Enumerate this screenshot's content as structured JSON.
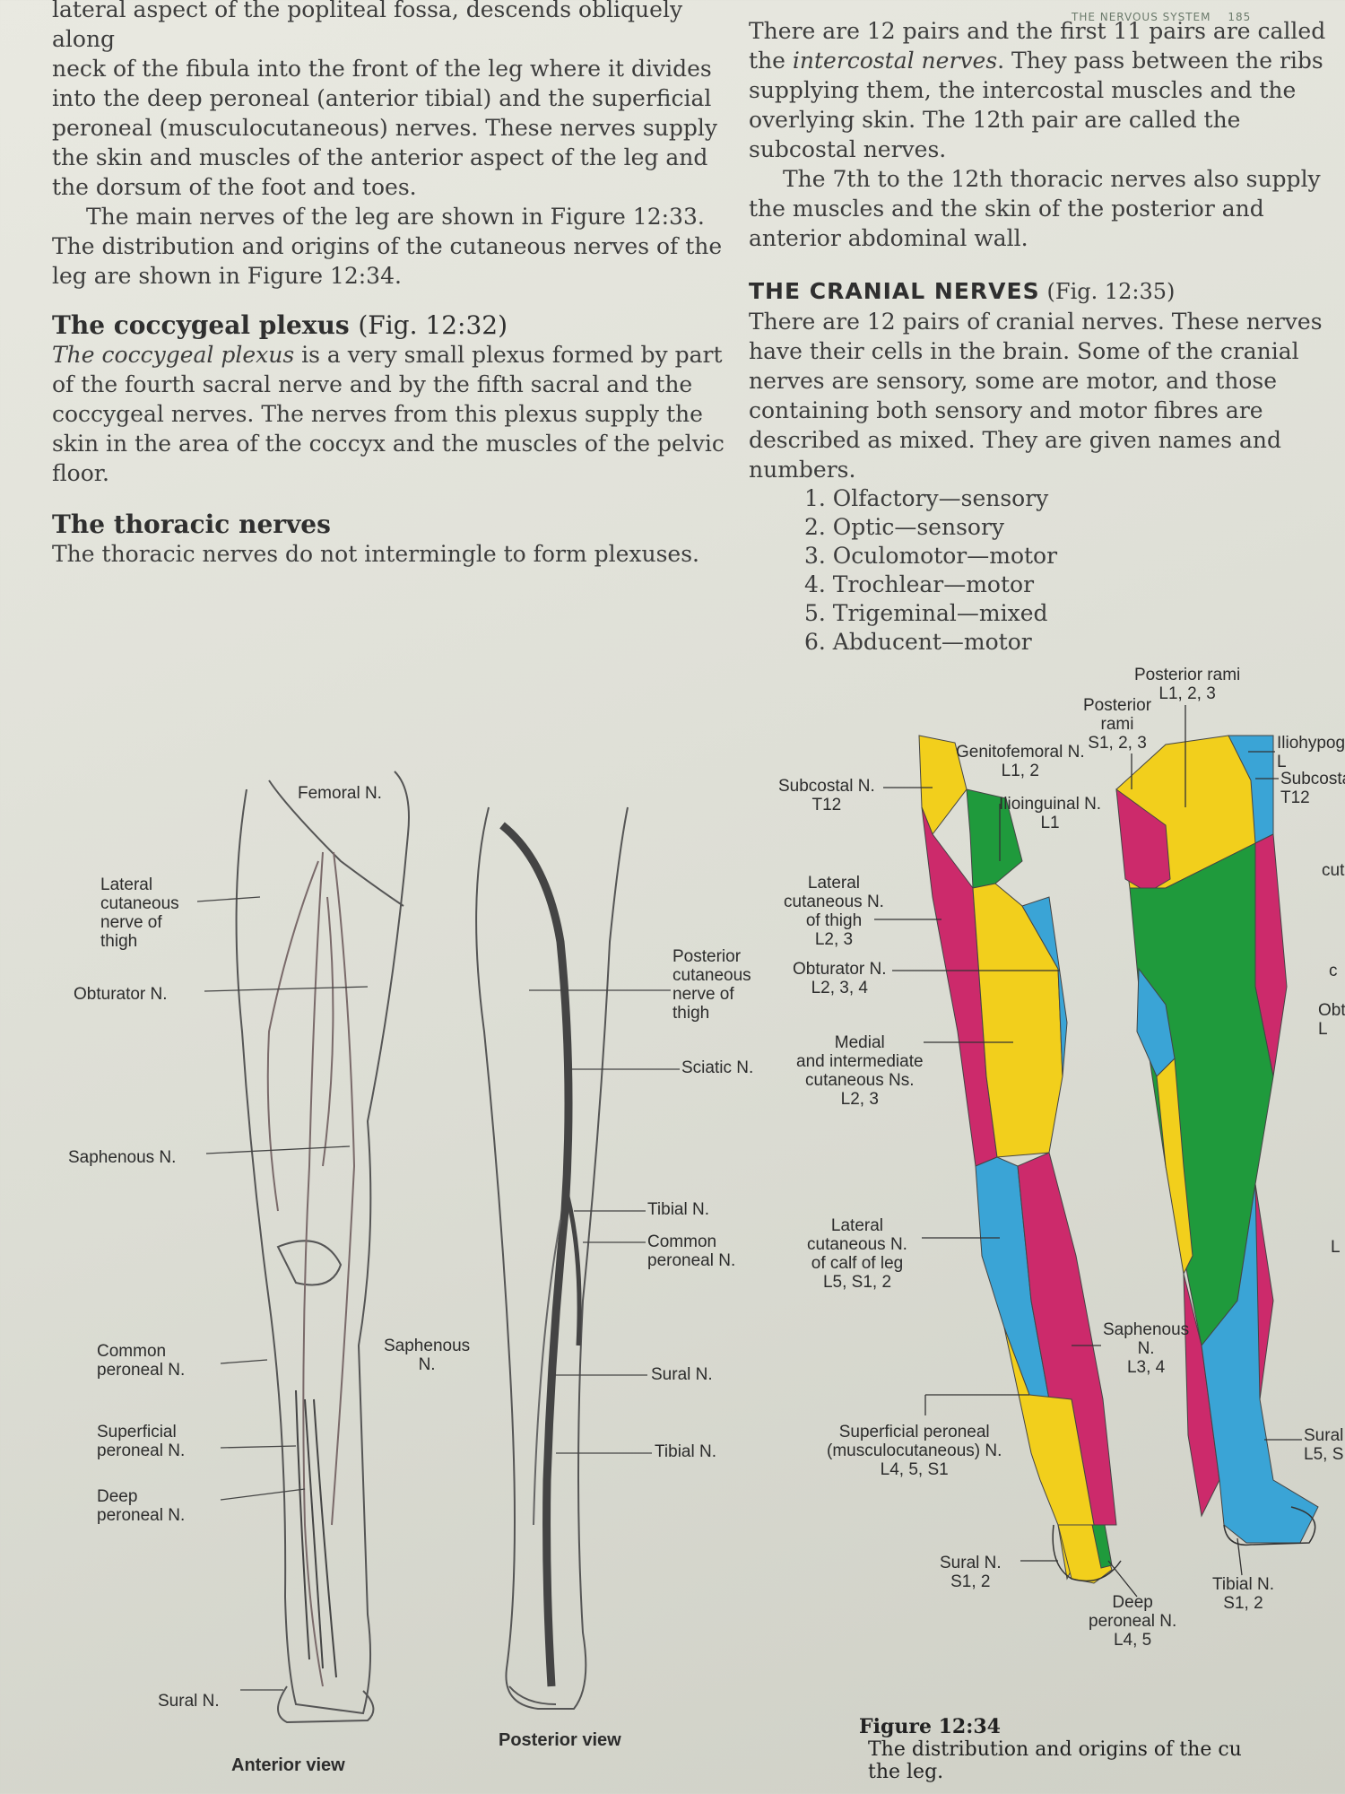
{
  "header": {
    "running_title": "THE NERVOUS SYSTEM",
    "page_number": "185"
  },
  "left_column": {
    "intro_lines": [
      "lateral aspect of the popliteal fossa, descends obliquely along",
      "neck of the fibula into the front of the leg where it divides",
      "into the deep peroneal (anterior tibial) and the superficial",
      "peroneal (musculocutaneous) nerves. These nerves supply",
      "the skin and muscles of the anterior aspect of the leg and",
      "the dorsum of the foot and toes."
    ],
    "main_nerves_para": "The main nerves of the leg are shown in Figure 12:33. The distribution and origins of the cutaneous nerves of the leg are shown in Figure 12:34.",
    "coccygeal_heading": "The coccygeal plexus",
    "coccygeal_fig": "(Fig. 12:32)",
    "coccygeal_para_term": "The coccygeal plexus",
    "coccygeal_para_rest": " is a very small plexus formed by part of the fourth sacral nerve and by the fifth sacral and the coccygeal nerves. The nerves from this plexus supply the skin in the area of the coccyx and the muscles of the pelvic floor.",
    "thoracic_heading": "The thoracic nerves",
    "thoracic_para": "The thoracic nerves do not intermingle to form plexuses."
  },
  "right_column": {
    "intercostal_a": "There are 12 pairs and the first 11 pairs are called the ",
    "intercostal_term": "intercostal nerves",
    "intercostal_b": ". They pass between the ribs supplying them, the intercostal muscles and the overlying skin. The 12th pair are called the subcostal nerves.",
    "seventh_para": "The 7th to the 12th thoracic nerves also supply the muscles and the skin of the posterior and anterior abdominal wall.",
    "cranial_heading": "THE CRANIAL NERVES",
    "cranial_fig": "(Fig. 12:35)",
    "cranial_para": "There are 12 pairs of cranial nerves. These nerves have their cells in the brain. Some of the cranial nerves are sensory, some are motor, and those containing both sensory and motor fibres are described as mixed. They are given names and numbers.",
    "cranial_list": [
      "1. Olfactory—sensory",
      "2. Optic—sensory",
      "3. Oculomotor—motor",
      "4. Trochlear—motor",
      "5. Trigeminal—mixed",
      "6. Abducent—motor"
    ]
  },
  "figure_33": {
    "anterior_labels": {
      "femoral": "Femoral N.",
      "lateral_cutaneous": "Lateral\ncutaneous\nnerve of\nthigh",
      "obturator": "Obturator N.",
      "saphenous_upper": "Saphenous N.",
      "common_peroneal": "Common\nperoneal N.",
      "saphenous_lower": "Saphenous\nN.",
      "superficial_peroneal": "Superficial\nperoneal N.",
      "deep_peroneal": "Deep\nperoneal N.",
      "sural": "Sural N."
    },
    "posterior_labels": {
      "posterior_cutaneous": "Posterior\ncutaneous\nnerve of\nthigh",
      "sciatic": "Sciatic N.",
      "tibial_upper": "Tibial N.",
      "common_peroneal": "Common\nperoneal N.",
      "sural": "Sural N.",
      "tibial_lower": "Tibial N."
    },
    "anterior_view": "Anterior view",
    "posterior_view": "Posterior view"
  },
  "figure_34": {
    "labels": {
      "posterior_rami_l": "Posterior rami\nL1, 2, 3",
      "posterior_rami_s": "Posterior\nrami\nS1, 2, 3",
      "genitofemoral": "Genitofemoral N.\nL1, 2",
      "iliohypogastric": "Iliohypog\nL",
      "subcostal_left": "Subcostal N.\nT12",
      "subcostal_right": "Subcosta\nT12",
      "ilioinguinal": "Ilioinguinal N.\nL1",
      "lateral_cutaneous_thigh": "Lateral\ncutaneous N.\nof thigh\nL2, 3",
      "obturator": "Obturator N.\nL2, 3, 4",
      "medial_intermediate": "Medial\nand intermediate\ncutaneous Ns.\nL2, 3",
      "lateral_cutaneous_calf": "Lateral\ncutaneous N.\nof calf of leg\nL5, S1, 2",
      "saphenous": "Saphenous\nN.\nL3, 4",
      "superficial_peroneal": "Superficial peroneal\n(musculocutaneous) N.\nL4, 5, S1",
      "sural": "Sural N.\nS1, 2",
      "deep_peroneal": "Deep\nperoneal N.\nL4, 5",
      "tibial": "Tibial N.\nS1, 2",
      "sural_right": "Sural\nL5, S",
      "cut_right": "cut",
      "c_right": "c",
      "obt_right": "Obt\nL",
      "l_right": "L"
    },
    "caption_number": "Figure 12:34",
    "caption_text": "The distribution and origins of the cu\nthe leg."
  },
  "colors": {
    "yellow": "#f2cf1c",
    "magenta": "#cc2a6b",
    "green": "#1f9a3c",
    "blue": "#3aa4d6",
    "ink": "#3d3d3d"
  }
}
